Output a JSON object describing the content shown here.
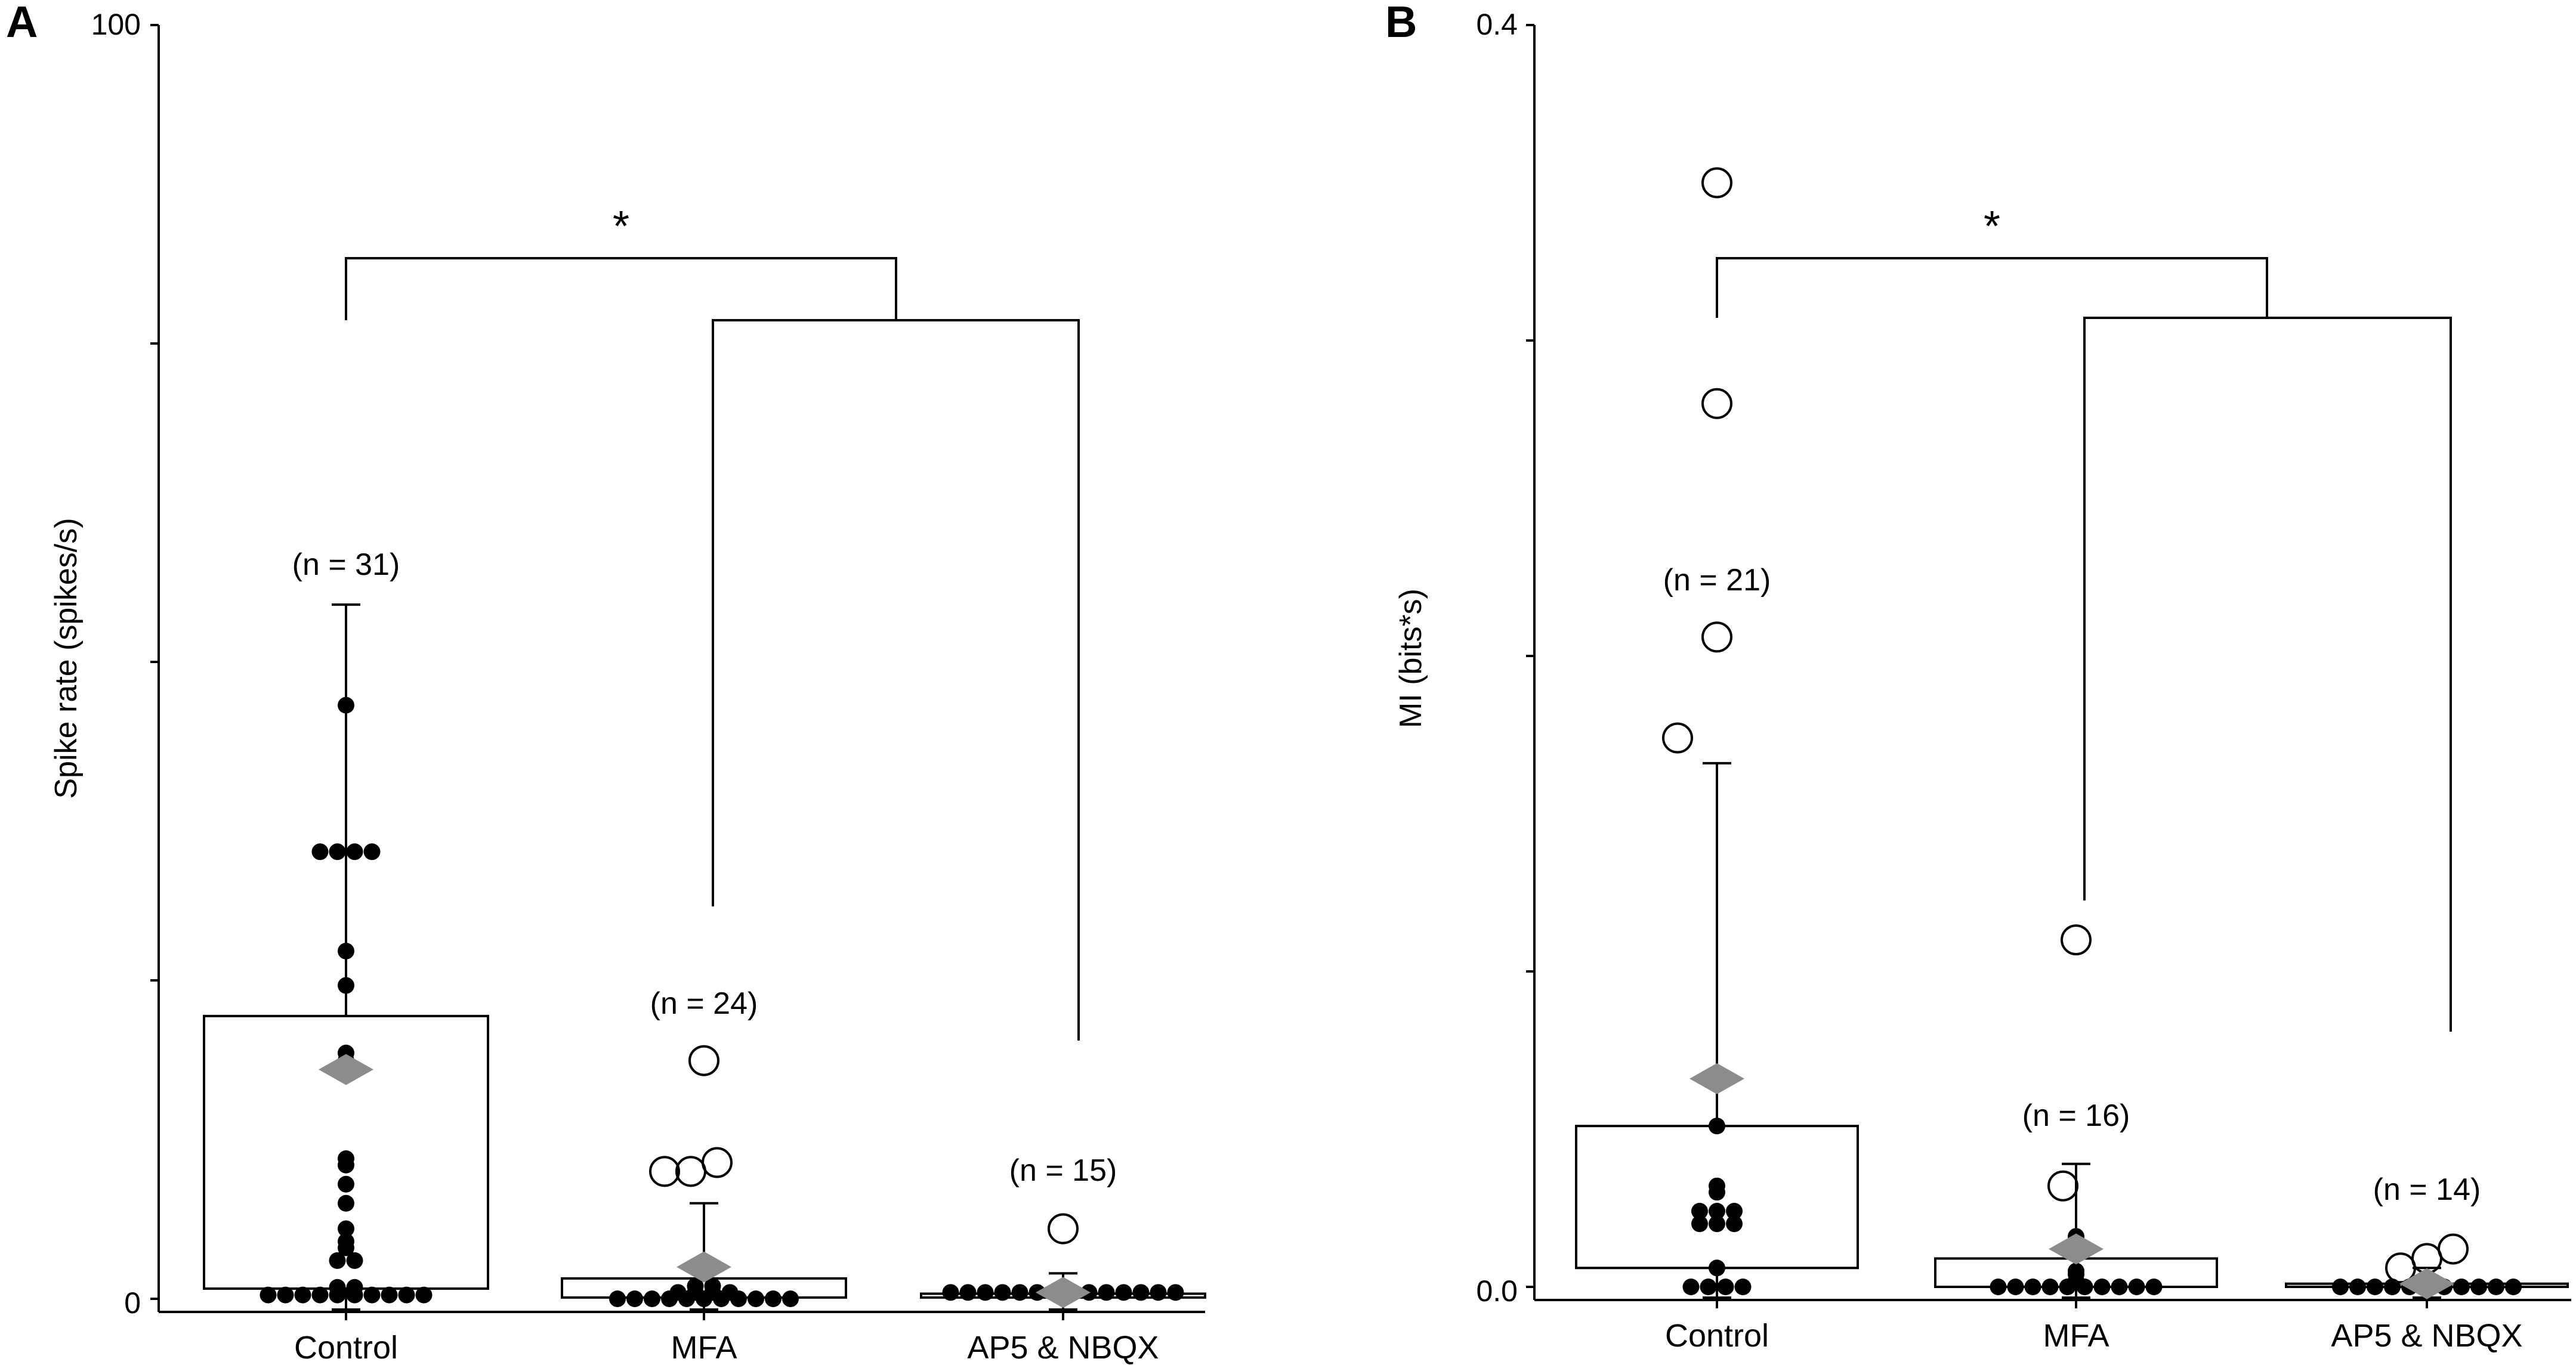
{
  "chart_data": [
    {
      "type": "box",
      "panel": "A",
      "ylabel": "Spike rate (spikes/s)",
      "ylim": [
        0,
        100
      ],
      "y_tick_labels": [
        "100",
        "0"
      ],
      "y_tick_values": [
        100,
        75,
        50,
        25,
        0
      ],
      "categories": [
        "Control",
        "MFA",
        "AP5 & NBQX"
      ],
      "n_labels": [
        "(n = 31)",
        "(n = 24)",
        "(n = 15)"
      ],
      "groups": [
        {
          "name": "Control",
          "box": {
            "q1": 0.8,
            "q3": 22.2
          },
          "whisker_top": 54.5,
          "mean": 18.0,
          "points": [
            0.3,
            0.3,
            0.3,
            0.3,
            0.3,
            0.3,
            0.3,
            0.3,
            0.3,
            0.3,
            0.9,
            0.9,
            3.0,
            3.0,
            4.0,
            4.5,
            5.5,
            7.5,
            9.0,
            10.5,
            11.0,
            18.7,
            19.3,
            24.6,
            27.3,
            35.1,
            35.1,
            35.1,
            35.1,
            46.6
          ],
          "outliers": []
        },
        {
          "name": "MFA",
          "box": {
            "q1": 0.1,
            "q3": 1.6
          },
          "whisker_top": 7.5,
          "mean": 2.5,
          "points": [
            0.0,
            0.0,
            0.0,
            0.0,
            0.0,
            0.0,
            0.0,
            0.0,
            0.0,
            0.0,
            0.0,
            0.5,
            0.5,
            0.5,
            0.5,
            1.0,
            1.0,
            2.5,
            2.5
          ],
          "outliers": [
            10.0,
            10.0,
            10.7,
            18.7
          ]
        },
        {
          "name": "AP5 & NBQX",
          "box": {
            "q1": 0.1,
            "q3": 0.4
          },
          "whisker_top": 2.0,
          "mean": 0.5,
          "points": [
            0.5,
            0.5,
            0.5,
            0.5,
            0.5,
            0.5,
            0.5,
            0.5,
            0.5,
            0.5,
            0.5,
            0.5,
            0.5,
            0.5
          ],
          "outliers": [
            5.5
          ]
        }
      ],
      "significance": {
        "label": "*"
      }
    },
    {
      "type": "box",
      "panel": "B",
      "ylabel": "MI (bits*s)",
      "ylim": [
        0,
        0.4
      ],
      "y_tick_labels": [
        "0.4",
        "0.0"
      ],
      "y_tick_values": [
        0.4,
        0.3,
        0.2,
        0.1,
        0.0
      ],
      "categories": [
        "Control",
        "MFA",
        "AP5 & NBQX"
      ],
      "n_labels": [
        "(n = 21)",
        "(n = 16)",
        "(n = 14)"
      ],
      "groups": [
        {
          "name": "Control",
          "box": {
            "q1": 0.006,
            "q3": 0.051
          },
          "whisker_top": 0.166,
          "mean": 0.066,
          "points": [
            0.0,
            0.0,
            0.0,
            0.0,
            0.006,
            0.02,
            0.02,
            0.02,
            0.024,
            0.024,
            0.024,
            0.03,
            0.032,
            0.051
          ],
          "outliers": [
            0.174,
            0.206,
            0.28,
            0.35
          ]
        },
        {
          "name": "MFA",
          "box": {
            "q1": 0.0,
            "q3": 0.009
          },
          "whisker_top": 0.039,
          "mean": 0.012,
          "points": [
            0.0,
            0.0,
            0.0,
            0.0,
            0.0,
            0.0,
            0.0,
            0.0,
            0.0,
            0.0,
            0.002,
            0.004,
            0.005,
            0.016
          ],
          "outliers": [
            0.032,
            0.11
          ]
        },
        {
          "name": "AP5 & NBQX",
          "box": {
            "q1": 0.0,
            "q3": 0.001
          },
          "whisker_top": 0.006,
          "mean": 0.001,
          "points": [
            0.0,
            0.0,
            0.0,
            0.0,
            0.0,
            0.0,
            0.0,
            0.0,
            0.0,
            0.0,
            0.0
          ],
          "outliers": [
            0.006,
            0.009,
            0.012
          ]
        }
      ],
      "significance": {
        "label": "*"
      }
    }
  ]
}
